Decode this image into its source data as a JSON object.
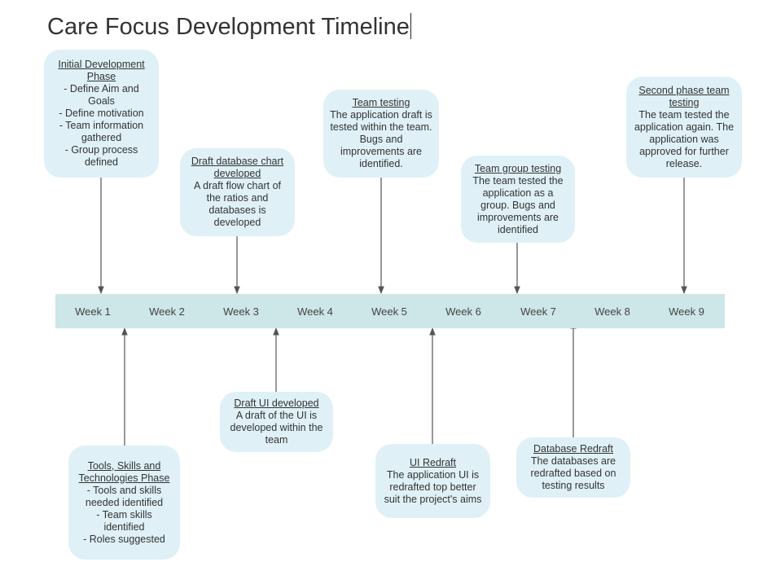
{
  "title": "Care Focus Development Timeline",
  "weeks": [
    "Week 1",
    "Week 2",
    "Week 3",
    "Week 4",
    "Week 5",
    "Week 6",
    "Week 7",
    "Week 8",
    "Week 9"
  ],
  "events_above": [
    {
      "title": "Initial Development Phase",
      "body": "- Define Aim and Goals\n- Define motivation\n- Team information gathered\n- Group process defined"
    },
    {
      "title": "Draft database chart developed",
      "body": "A draft flow chart of the ratios and databases is developed"
    },
    {
      "title": "Team testing",
      "body": "The application draft is tested within the team. Bugs and improvements are identified."
    },
    {
      "title": "Team group testing",
      "body": "The team tested the application as a group. Bugs and improvements are identified"
    },
    {
      "title": "Second phase team testing",
      "body": "The team tested the application again. The application was approved for further release."
    }
  ],
  "events_below": [
    {
      "title": "Tools, Skills and Technologies Phase",
      "body": "- Tools and skills needed identified\n- Team skills identified\n- Roles suggested"
    },
    {
      "title": "Draft UI developed",
      "body": "A draft of the UI is developed within the team"
    },
    {
      "title": "UI Redraft",
      "body": "The application UI is redrafted top better suit the project's aims"
    },
    {
      "title": "Database Redraft",
      "body": "The databases are redrafted based on testing results"
    }
  ],
  "colors": {
    "band": "#cde6e7",
    "box": "#dff1f7",
    "arrow": "#555555"
  }
}
